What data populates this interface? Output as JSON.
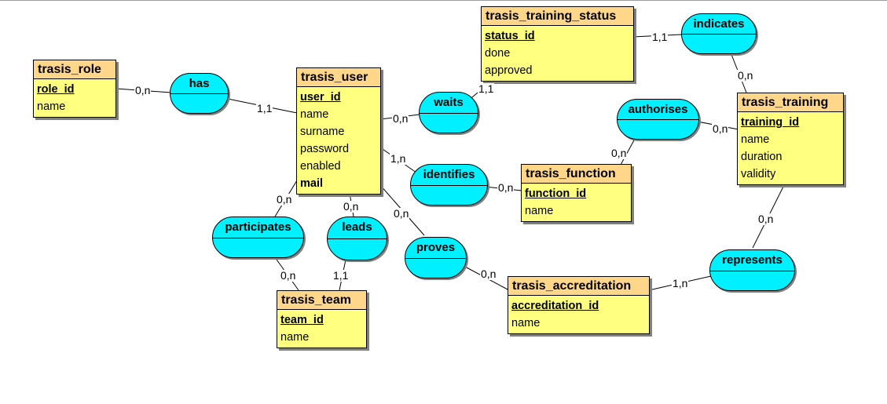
{
  "entities": {
    "trasis_role": {
      "title": "trasis_role",
      "attrs": [
        "role_id",
        "name"
      ]
    },
    "trasis_user": {
      "title": "trasis_user",
      "attrs": [
        "user_id",
        "name",
        "surname",
        "password",
        "enabled",
        "mail"
      ]
    },
    "trasis_training_status": {
      "title": "trasis_training_status",
      "attrs": [
        "status_id",
        "done",
        "approved"
      ]
    },
    "trasis_training": {
      "title": "trasis_training",
      "attrs": [
        "training_id",
        "name",
        "duration",
        "validity"
      ]
    },
    "trasis_function": {
      "title": "trasis_function",
      "attrs": [
        "function_id",
        "name"
      ]
    },
    "trasis_team": {
      "title": "trasis_team",
      "attrs": [
        "team_id",
        "name"
      ]
    },
    "trasis_accreditation": {
      "title": "trasis_accreditation",
      "attrs": [
        "accreditation_id",
        "name"
      ]
    }
  },
  "relations": {
    "has": "has",
    "waits": "waits",
    "indicates": "indicates",
    "authorises": "authorises",
    "identifies": "identifies",
    "participates": "participates",
    "leads": "leads",
    "proves": "proves",
    "represents": "represents"
  },
  "cardinalities": {
    "role_has": "0,n",
    "user_has": "1,1",
    "user_waits": "0,n",
    "status_waits": "1,1",
    "status_indicates": "1,1",
    "training_indicates": "0,n",
    "training_authorises": "0,n",
    "function_authorises": "0,n",
    "user_identifies": "1,n",
    "function_identifies": "0,n",
    "user_participates": "0,n",
    "team_participates": "0,n",
    "user_leads": "0,n",
    "team_leads": "1,1",
    "user_proves": "0,n",
    "accreditation_proves": "0,n",
    "accreditation_represents": "1,n",
    "training_represents": "0,n"
  },
  "colors": {
    "entity_fill": "#ffff80",
    "entity_header": "#ffd68a",
    "relation_fill": "#00f0ff",
    "shadow": "#808080"
  }
}
